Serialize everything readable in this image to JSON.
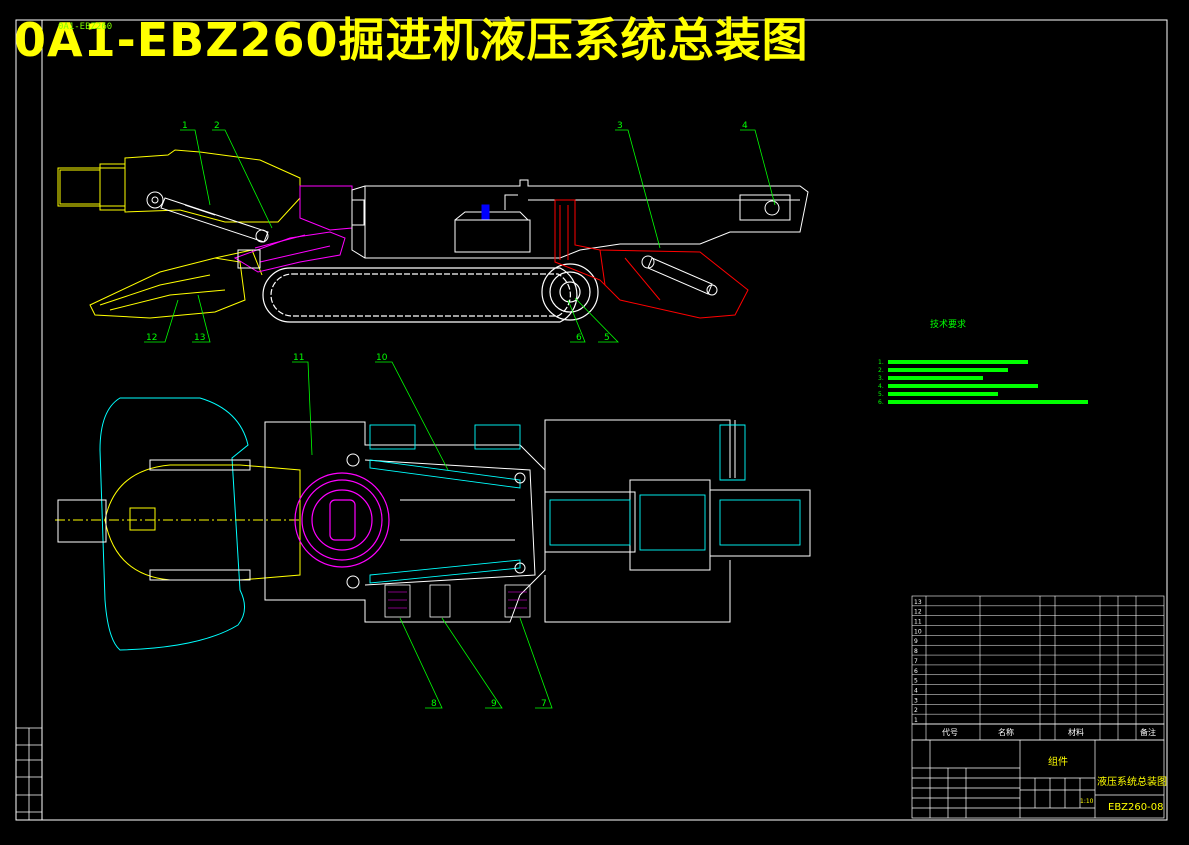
{
  "title": "0A1-EBZ260掘进机液压系统总装图",
  "title_tag": "0A1-EBZ260",
  "colors": {
    "background": "#000000",
    "title": "#ffff00",
    "frame": "#ffffff",
    "leader": "#00ff00",
    "machine": "#ffffff",
    "cutter": "#ffff00",
    "boom": "#ff00ff",
    "hydraulic": "#ff0000",
    "outline": "#00ffff",
    "tank": "#0000ff"
  },
  "callouts_side": [
    "1",
    "2",
    "3",
    "4",
    "5",
    "6",
    "12",
    "13"
  ],
  "callouts_plan": [
    "11",
    "10",
    "8",
    "9",
    "7"
  ],
  "technical_requirements": {
    "heading": "技术要求",
    "lines": [
      "1.",
      "2.",
      "3.",
      "4.",
      "5.",
      "6."
    ]
  },
  "bom": {
    "rows": [
      {
        "no": "13",
        "code": "",
        "name": "",
        "qty": "",
        "material": "",
        "note": ""
      },
      {
        "no": "12",
        "code": "",
        "name": "",
        "qty": "",
        "material": "",
        "note": ""
      },
      {
        "no": "11",
        "code": "",
        "name": "",
        "qty": "",
        "material": "",
        "note": ""
      },
      {
        "no": "10",
        "code": "",
        "name": "",
        "qty": "",
        "material": "",
        "note": ""
      },
      {
        "no": "9",
        "code": "",
        "name": "",
        "qty": "",
        "material": "",
        "note": ""
      },
      {
        "no": "8",
        "code": "",
        "name": "",
        "qty": "",
        "material": "",
        "note": ""
      },
      {
        "no": "7",
        "code": "",
        "name": "",
        "qty": "",
        "material": "",
        "note": ""
      },
      {
        "no": "6",
        "code": "",
        "name": "",
        "qty": "",
        "material": "",
        "note": ""
      },
      {
        "no": "5",
        "code": "",
        "name": "",
        "qty": "",
        "material": "",
        "note": ""
      },
      {
        "no": "4",
        "code": "",
        "name": "",
        "qty": "",
        "material": "",
        "note": ""
      },
      {
        "no": "3",
        "code": "",
        "name": "",
        "qty": "",
        "material": "",
        "note": ""
      },
      {
        "no": "2",
        "code": "",
        "name": "",
        "qty": "",
        "material": "",
        "note": ""
      },
      {
        "no": "1",
        "code": "",
        "name": "",
        "qty": "",
        "material": "",
        "note": ""
      }
    ],
    "header": {
      "code": "代号",
      "name": "名称",
      "material": "材料",
      "note": "备注"
    }
  },
  "title_block": {
    "assembly": "组件",
    "drawing_name": "液压系统总装图",
    "drawing_code": "EBZ260-08",
    "scale": "1:10"
  }
}
